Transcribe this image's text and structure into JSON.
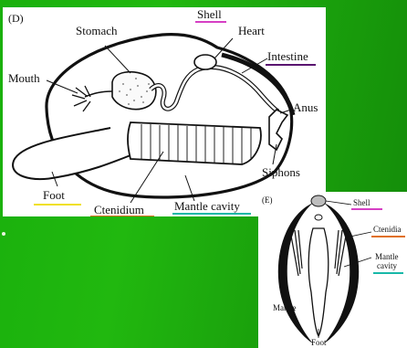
{
  "panel_d": {
    "panel_label": "(D)",
    "labels": {
      "stomach": "Stomach",
      "shell": "Shell",
      "heart": "Heart",
      "intestine": "Intestine",
      "mouth": "Mouth",
      "anus": "Anus",
      "siphons": "Siphons",
      "foot": "Foot",
      "ctenidium": "Ctenidium",
      "mantle_cavity": "Mantle cavity"
    }
  },
  "panel_e": {
    "panel_label": "(E)",
    "labels": {
      "shell": "Shell",
      "ctenidia": "Ctenidia",
      "mantle_cavity_line1": "Mantle",
      "mantle_cavity_line2": "cavity",
      "mantle": "Mantle",
      "foot": "Foot"
    }
  },
  "colors": {
    "background_green": "#1aa60c",
    "shell_underline": "#d63fc4",
    "intestine_underline": "#5a1470",
    "foot_underline": "#f0e020",
    "ctenidium_underline": "#e0701c",
    "mantle_cavity_underline": "#18b8a8"
  }
}
